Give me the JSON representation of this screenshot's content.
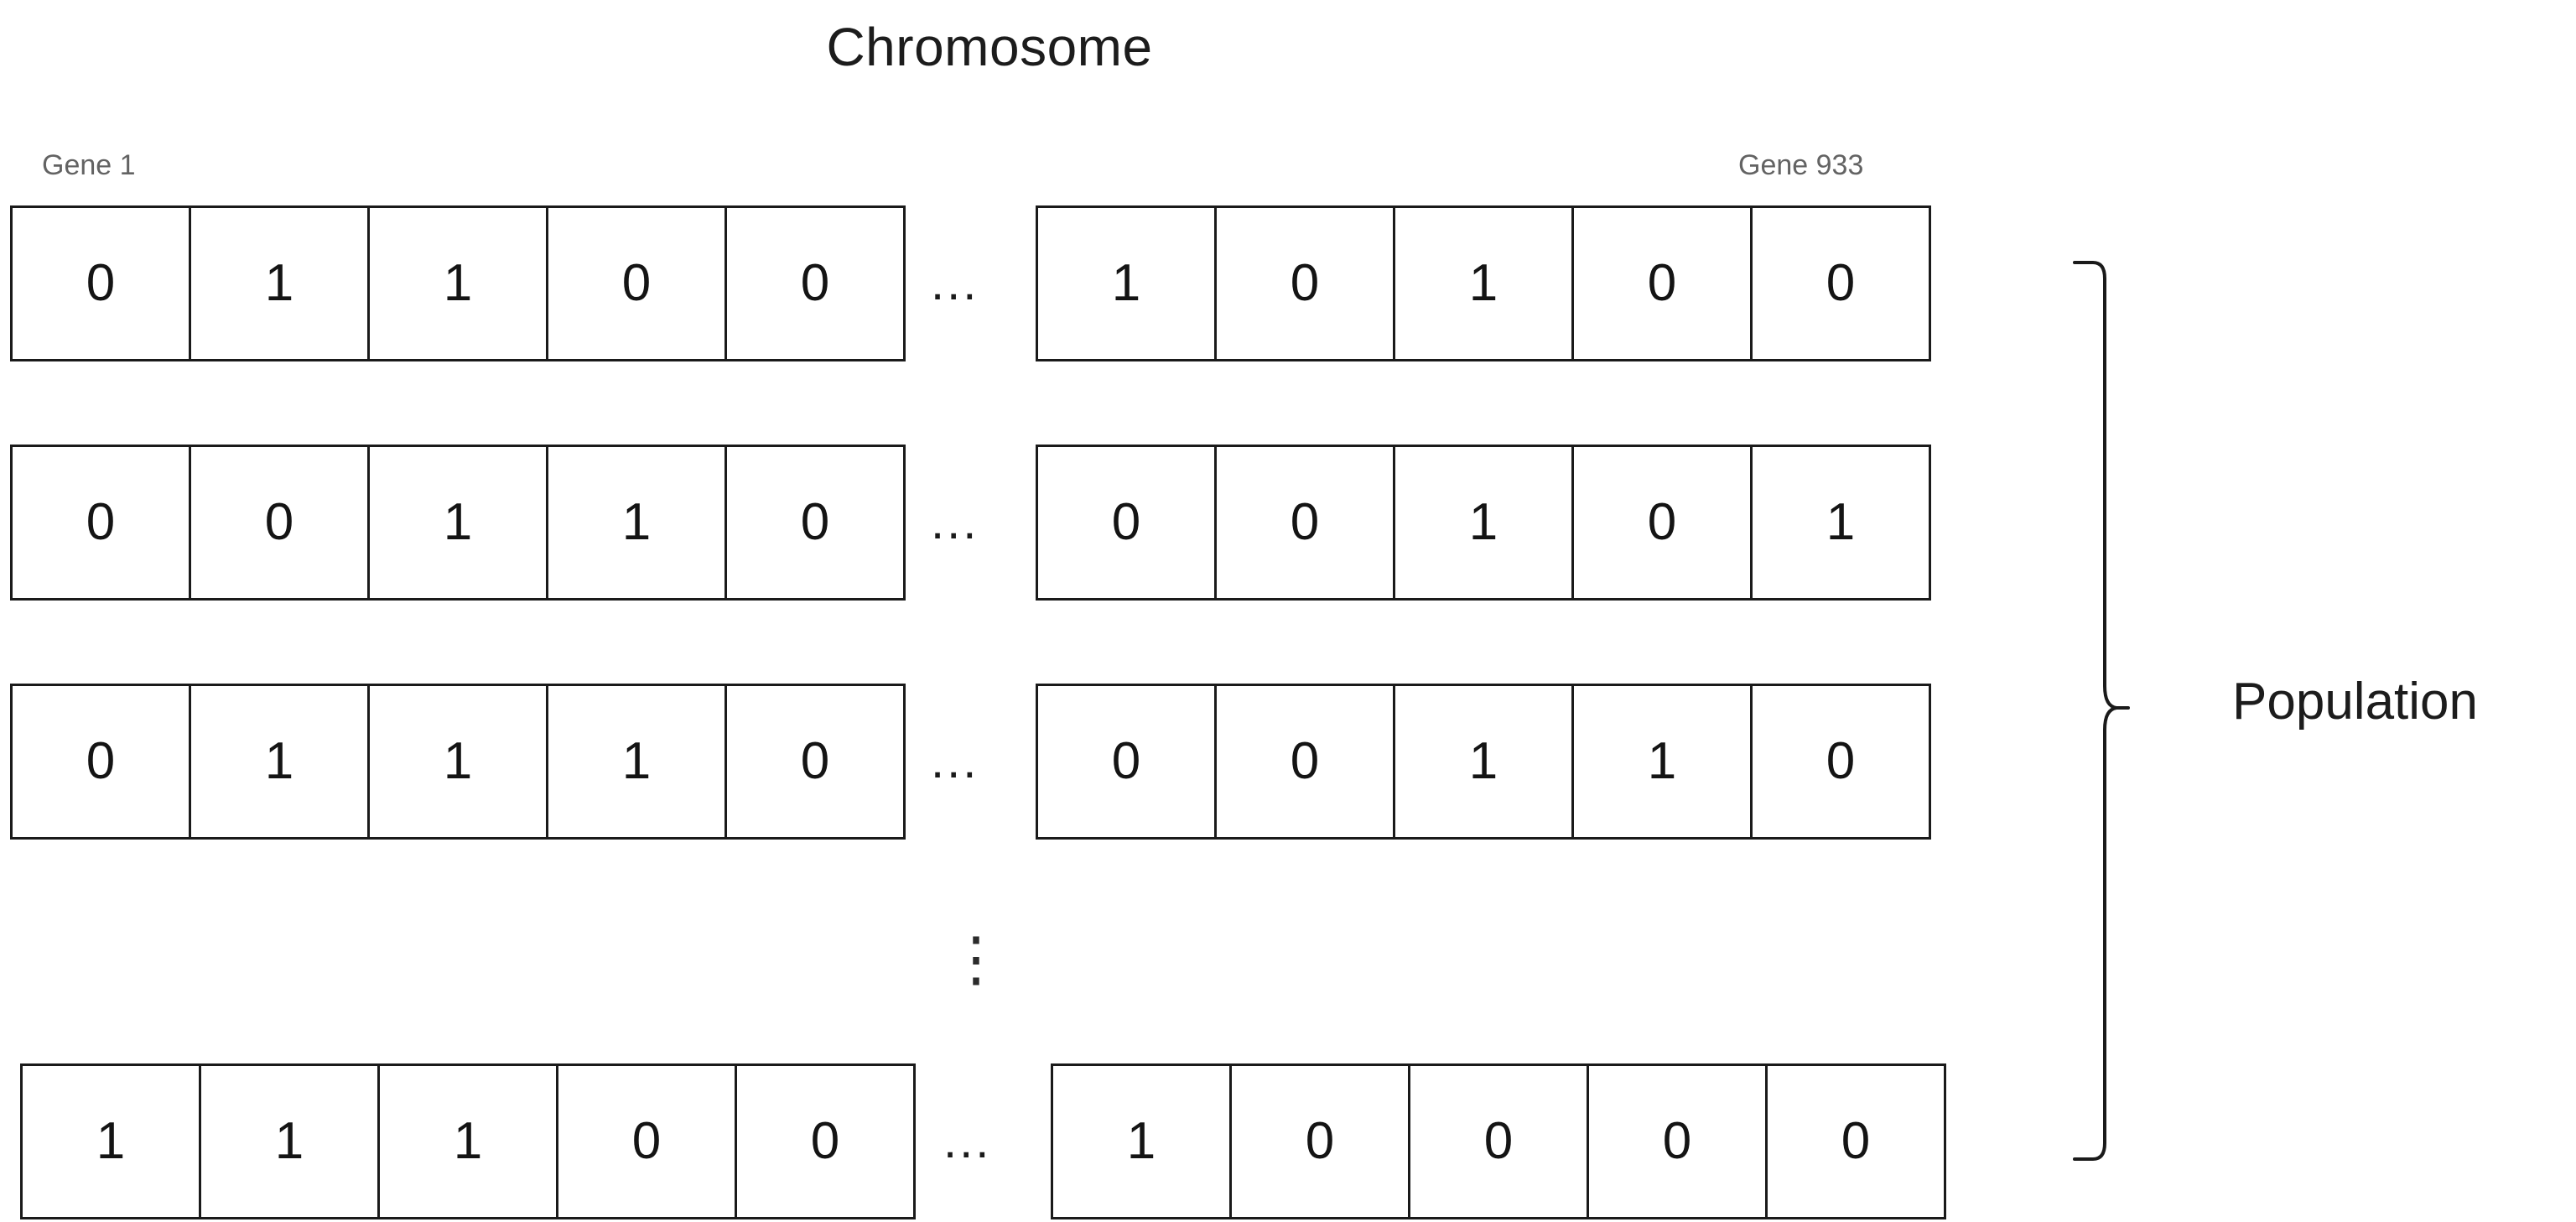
{
  "diagram": {
    "title": "Chromosome",
    "gene_first_label": "Gene 1",
    "gene_last_label": "Gene 933",
    "population_label": "Population",
    "row_ellipsis": "...",
    "column_ellipsis": "⋮",
    "colors": {
      "cell_border": "#1a1a1a",
      "text": "#1c1c1c",
      "gene_label": "#636363",
      "background": "#ffffff"
    },
    "rows": [
      {
        "index": 1,
        "left_cells": [
          "0",
          "1",
          "1",
          "0",
          "0"
        ],
        "right_cells": [
          "1",
          "0",
          "1",
          "0",
          "0"
        ]
      },
      {
        "index": 2,
        "left_cells": [
          "0",
          "0",
          "1",
          "1",
          "0"
        ],
        "right_cells": [
          "0",
          "0",
          "1",
          "0",
          "1"
        ]
      },
      {
        "index": 3,
        "left_cells": [
          "0",
          "1",
          "1",
          "1",
          "0"
        ],
        "right_cells": [
          "0",
          "0",
          "1",
          "1",
          "0"
        ]
      },
      {
        "index": 4,
        "left_cells": [
          "1",
          "1",
          "1",
          "0",
          "0"
        ],
        "right_cells": [
          "1",
          "0",
          "0",
          "0",
          "0"
        ]
      }
    ]
  }
}
